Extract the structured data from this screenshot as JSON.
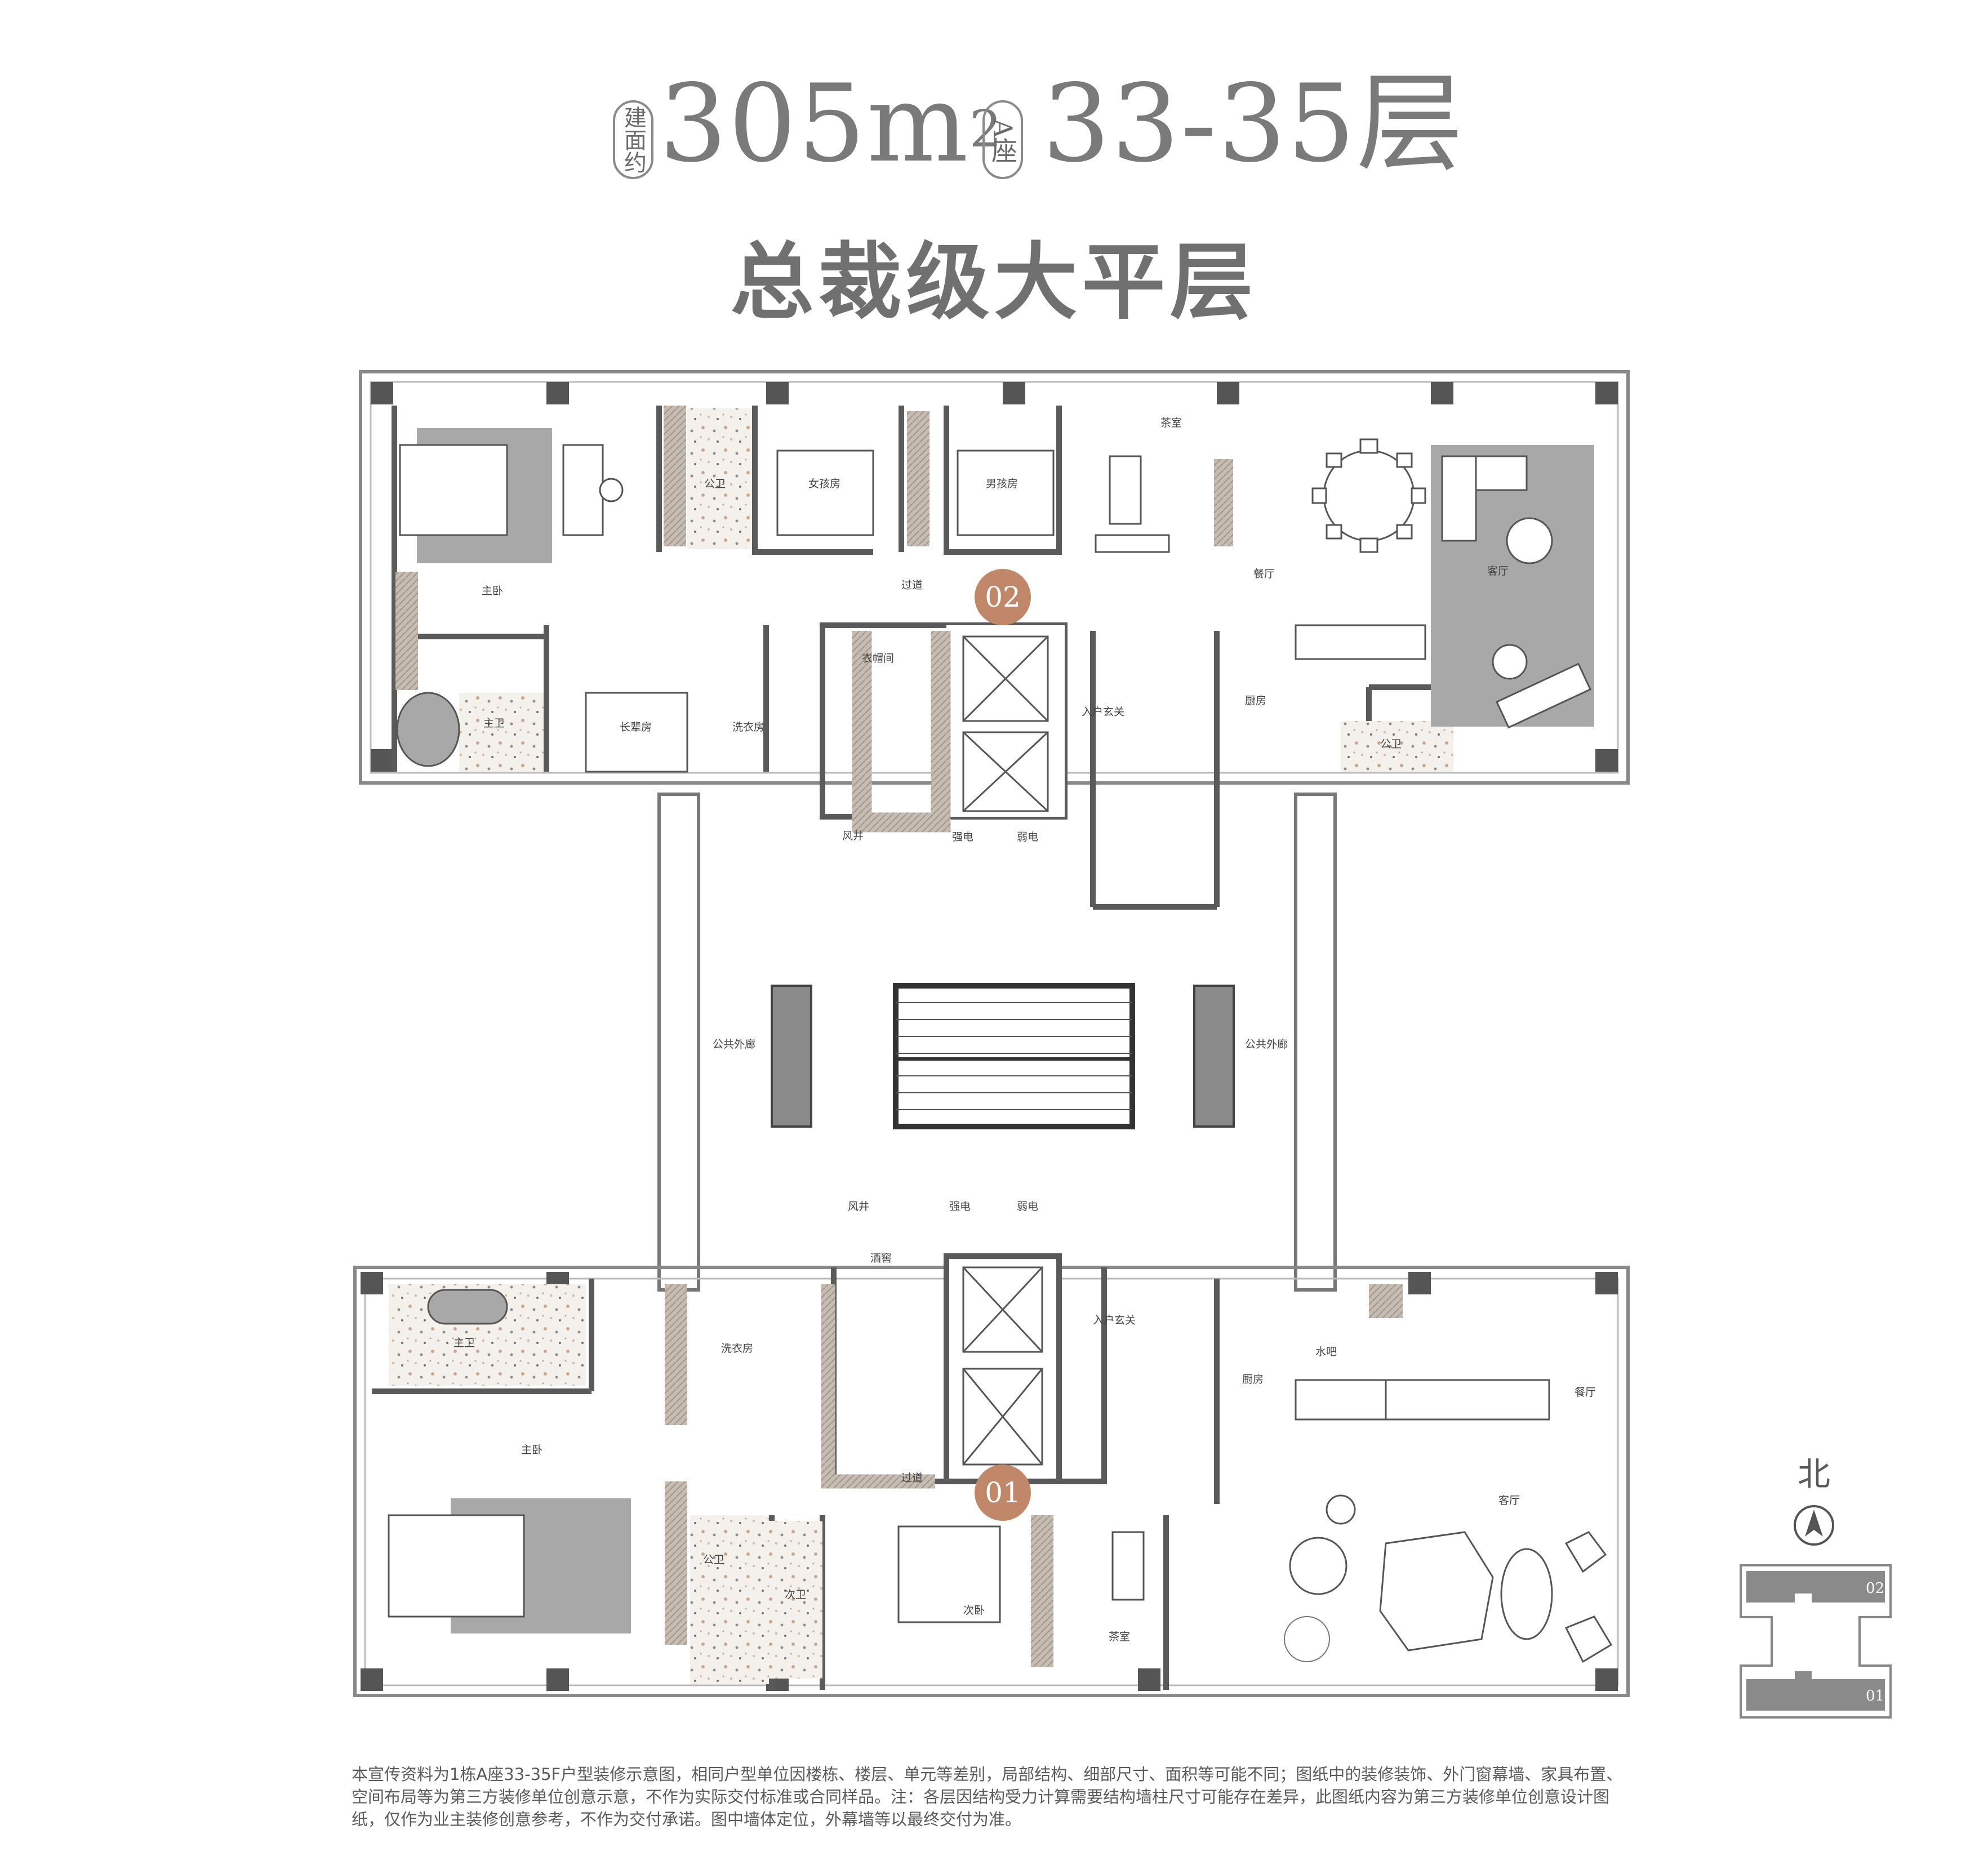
{
  "header": {
    "seal_left": "建面约",
    "area_value": "305m",
    "area_sup": "2",
    "seal_mid": "A座",
    "floors": "33-35层",
    "subtitle": "总裁级大平层"
  },
  "plan": {
    "units": [
      {
        "badge": "02"
      },
      {
        "badge": "01"
      }
    ],
    "rooms_unit02": {
      "master_bedroom": "主卧",
      "public_bath": "公卫",
      "girls_room": "女孩房",
      "boys_room": "男孩房",
      "tea_room": "茶室",
      "corridor": "过道",
      "dining": "餐厅",
      "living": "客厅",
      "master_bath": "主卫",
      "elder_room": "长辈房",
      "laundry": "洗衣房",
      "cloakroom": "衣帽间",
      "entrance": "入户玄关",
      "kitchen": "厨房",
      "public_bath2": "公卫",
      "vent": "风井",
      "strong_elec": "强电",
      "weak_elec": "弱电"
    },
    "rooms_core": {
      "gallery_left": "公共外廊",
      "gallery_right": "公共外廊"
    },
    "rooms_unit01": {
      "vent": "风井",
      "strong_elec": "强电",
      "weak_elec": "弱电",
      "wine_cellar": "酒窖",
      "master_bath": "主卫",
      "laundry": "洗衣房",
      "entrance": "入户玄关",
      "master_bedroom": "主卧",
      "kitchen": "厨房",
      "water_bar": "水吧",
      "dining": "餐厅",
      "corridor": "过道",
      "public_bath": "公卫",
      "second_bath": "次卫",
      "second_bedroom": "次卧",
      "tea_room": "茶室",
      "living": "客厅"
    }
  },
  "compass": {
    "label": "北"
  },
  "keyplan": {
    "top": "02",
    "bottom": "01"
  },
  "disclaimer": "本宣传资料为1栋A座33-35F户型装修示意图，相同户型单位因楼栋、楼层、单元等差别，局部结构、细部尺寸、面积等可能不同；图纸中的装修装饰、外门窗幕墙、家具布置、空间布局等为第三方装修单位创意示意，不作为实际交付标准或合同样品。注：各层因结构受力计算需要结构墙柱尺寸可能存在差异，此图纸内容为第三方装修单位创意设计图纸，仅作为业主装修创意参考，不作为交付承诺。图中墙体定位，外幕墙等以最终交付为准。",
  "colors": {
    "badge": "#c08868",
    "wall": "#5a5a5a",
    "rug": "#a8a8a8",
    "floor_terrazzo": "#f2efea",
    "text": "#4a4a4a"
  }
}
